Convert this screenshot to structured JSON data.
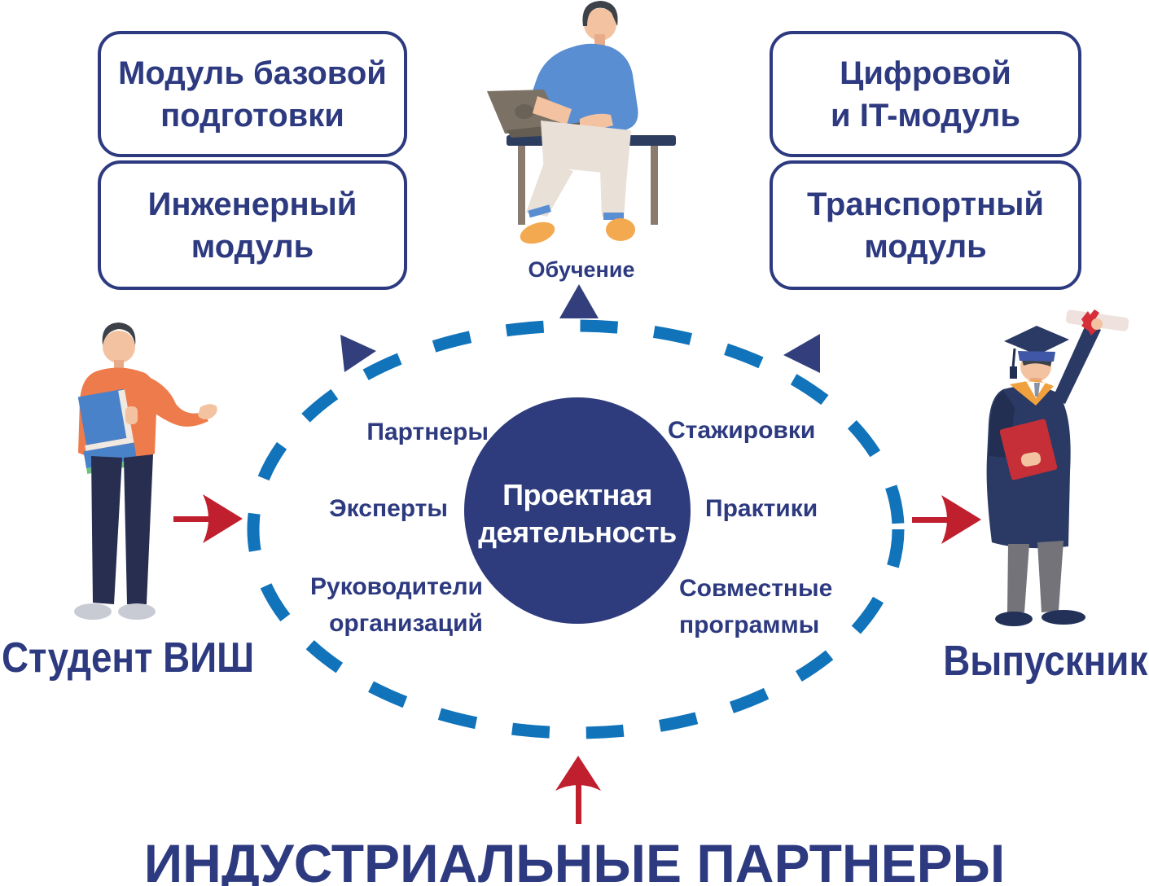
{
  "colors": {
    "navy_text": "#2d3a80",
    "cycle_dash_blue": "#1173ba",
    "cycle_arrowhead_navy": "#323f7c",
    "center_circle_fill": "#2e3c7d",
    "center_circle_text": "#ffffff",
    "red_arrow": "#c01f2e"
  },
  "modules": {
    "left": [
      {
        "label": "Модуль базовой\nподготовки"
      },
      {
        "label": "Инженерный\nмодуль"
      }
    ],
    "right": [
      {
        "label": "Цифровой\nи IT-модуль"
      },
      {
        "label": "Транспортный\nмодуль"
      }
    ]
  },
  "top": {
    "learning_label": "Обучение"
  },
  "cycle": {
    "center_label": "Проектная\nдеятельность",
    "left_items": [
      {
        "label": "Партнеры"
      },
      {
        "label": "Эксперты"
      },
      {
        "label": "Руководители\nорганизаций"
      }
    ],
    "right_items": [
      {
        "label": "Стажировки"
      },
      {
        "label": "Практики"
      },
      {
        "label": "Совместные\nпрограммы"
      }
    ]
  },
  "actors": {
    "student_label": "Студент ВИШ",
    "graduate_label": "Выпускник"
  },
  "bottom": {
    "industrial_partners_label": "ИНДУСТРИАЛЬНЫЕ ПАРТНЕРЫ"
  }
}
